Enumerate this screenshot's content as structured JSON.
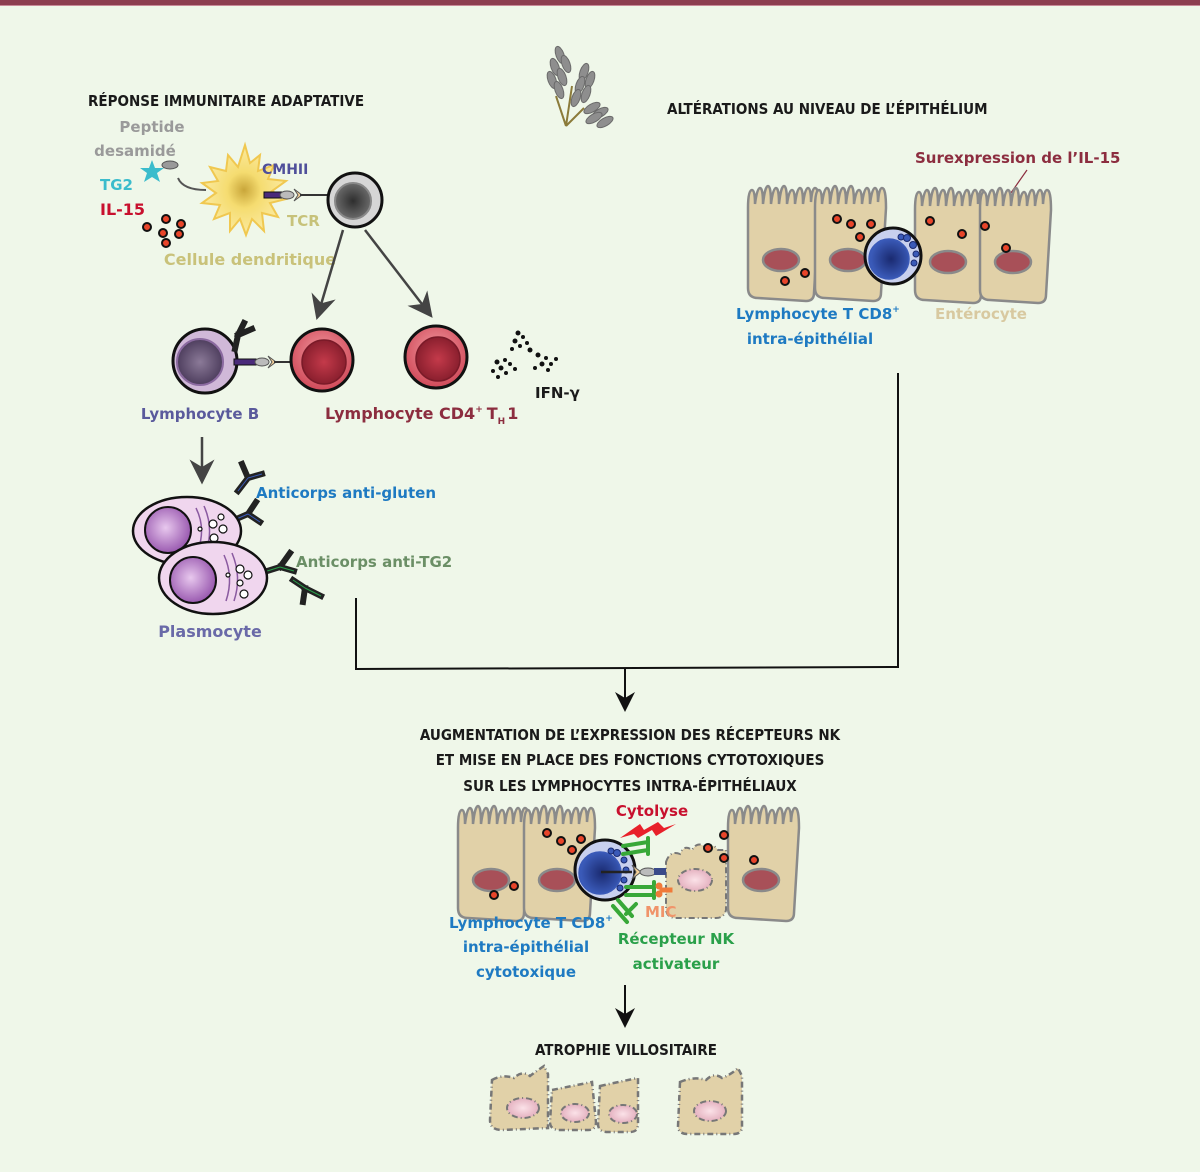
{
  "colors": {
    "background": "#eff7e9",
    "top_bar": "#8c3e4f",
    "title_text": "#1a1a1a",
    "peptide": "#9a9a9a",
    "tg2": "#3bbccc",
    "il15": "#c8102e",
    "cmhii": "#4f4f9a",
    "tcr": "#c7c27a",
    "dendritic": "#c9c27a",
    "lymph_b": "#5a5a9c",
    "cd4": "#8c2d3f",
    "anti_gluten": "#1e7ac2",
    "anti_tg2": "#6b8f66",
    "plasmocyte": "#6a6aa8",
    "il15_over": "#8c2d3f",
    "cd8": "#1e7ac2",
    "enterocyte": "#d8c9a0",
    "cytolyse": "#c8102e",
    "mic": "#f0946a",
    "nk_receptor": "#2aa04a"
  },
  "sections": {
    "adaptive": {
      "title": "RÉPONSE IMMUNITAIRE ADAPTATIVE",
      "peptide_line1": "Peptide",
      "peptide_line2": "desamidé",
      "tg2": "TG2",
      "il15": "IL-15",
      "cmhii": "CMHII",
      "tcr": "TCR",
      "dendritic_cell": "Cellule dendritique",
      "lymphocyte_b": "Lymphocyte B",
      "lymphocyte_cd4": "Lymphocyte CD4",
      "cd4_sup": "+",
      "cd4_th": "T",
      "cd4_sub": "H",
      "cd4_num": "1",
      "ifn": "IFN-γ",
      "anti_gluten": "Anticorps anti-gluten",
      "anti_tg2": "Anticorps anti-TG2",
      "plasmocyte": "Plasmocyte"
    },
    "epithelium": {
      "title": "ALTÉRATIONS AU NIVEAU DE L’ÉPITHÉLIUM",
      "il15_over": "Surexpression de l’IL-15",
      "cd8_line1": "Lymphocyte T CD8",
      "cd8_sup": "+",
      "cd8_line2": "intra-épithélial",
      "enterocyte": "Entérocyte"
    },
    "nk": {
      "title_line1": "AUGMENTATION DE L’EXPRESSION DES RÉCEPTEURS NK",
      "title_line2": "ET MISE EN PLACE DES FONCTIONS CYTOTOXIQUES",
      "title_line3": "SUR LES LYMPHOCYTES INTRA-ÉPITHÉLIAUX",
      "cytolyse": "Cytolyse",
      "mic": "MIC",
      "cd8_line1": "Lymphocyte T CD8",
      "cd8_sup": "+",
      "cd8_line2": "intra-épithélial",
      "cd8_line3": "cytotoxique",
      "nk_line1": "Récepteur NK",
      "nk_line2": "activateur"
    },
    "atrophy": {
      "title": "ATROPHIE VILLOSITAIRE"
    }
  },
  "icons": [
    "wheat-icon",
    "dendritic-cell-icon",
    "t-cell-icon",
    "b-cell-icon",
    "cd4-cell-icon",
    "ifn-dots-icon",
    "antibody-icon",
    "plasmocyte-icon",
    "enterocyte-icon",
    "cd8-cell-icon",
    "lightning-icon",
    "arrow-icon"
  ]
}
